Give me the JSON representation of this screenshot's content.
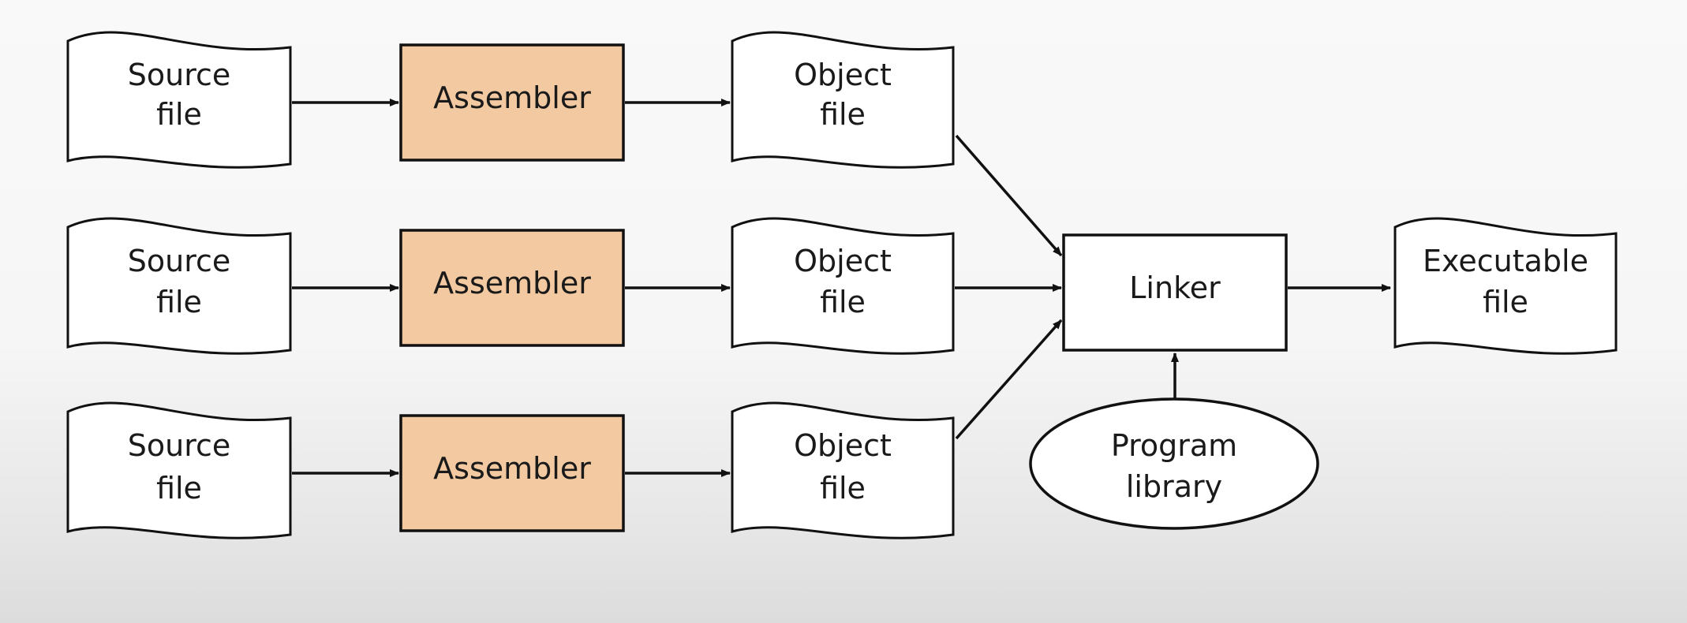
{
  "source_files": [
    {
      "line1": "Source",
      "line2": "file"
    },
    {
      "line1": "Source",
      "line2": "file"
    },
    {
      "line1": "Source",
      "line2": "file"
    }
  ],
  "assemblers": [
    {
      "label": "Assembler"
    },
    {
      "label": "Assembler"
    },
    {
      "label": "Assembler"
    }
  ],
  "object_files": [
    {
      "line1": "Object",
      "line2": "file"
    },
    {
      "line1": "Object",
      "line2": "file"
    },
    {
      "line1": "Object",
      "line2": "file"
    }
  ],
  "linker": {
    "label": "Linker"
  },
  "executable": {
    "line1": "Executable",
    "line2": "file"
  },
  "library": {
    "line1": "Program",
    "line2": "library"
  },
  "colors": {
    "assembler_fill": "#f2c9a0",
    "stroke": "#111111",
    "document_fill": "#ffffff"
  }
}
